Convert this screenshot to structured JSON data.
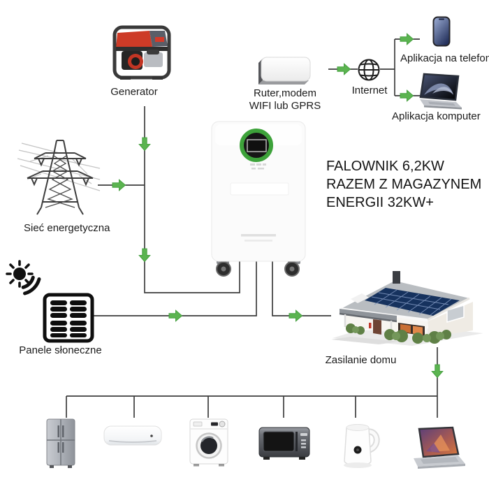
{
  "colors": {
    "arrow_green": "#5bb450",
    "arrow_green_edge": "#47a041",
    "line": "#3d3d3d",
    "ring_green": "#3da23a",
    "accent_red": "#cd3b27",
    "solar_panel_blue": "#16325e",
    "phone_blue_dark": "#24315c",
    "phone_blue_light": "#9fb0d8"
  },
  "generator": {
    "label": "Generator"
  },
  "router": {
    "label_line1": "Ruter,modem",
    "label_line2": "WIFI lub GPRS"
  },
  "internet": {
    "label": "Internet"
  },
  "phone_app": {
    "label": "Aplikacja na telefon"
  },
  "computer_app": {
    "label": "Aplikacja komputer"
  },
  "grid": {
    "label": "Sieć energetyczna"
  },
  "solar": {
    "label": "Panele słoneczne"
  },
  "house": {
    "label": "Zasilanie domu"
  },
  "inverter": {
    "title": [
      "FALOWNIK 6,2KW",
      "RAZEM Z MAGAZYNEM",
      "ENERGII 32KW+"
    ]
  },
  "icons": {
    "generator": "generator-icon",
    "power_grid": "transmission-tower-icon",
    "solar_panel": "solar-panel-sun-icon",
    "router": "router-modem-icon",
    "internet": "globe-icon",
    "phone": "smartphone-icon",
    "computer": "laptop-icon",
    "inverter": "hybrid-inverter-icon",
    "house": "house-solar-icon",
    "appliances": [
      "fridge-icon",
      "air-conditioner-icon",
      "washing-machine-icon",
      "microwave-icon",
      "kettle-icon",
      "laptop-icon"
    ]
  }
}
